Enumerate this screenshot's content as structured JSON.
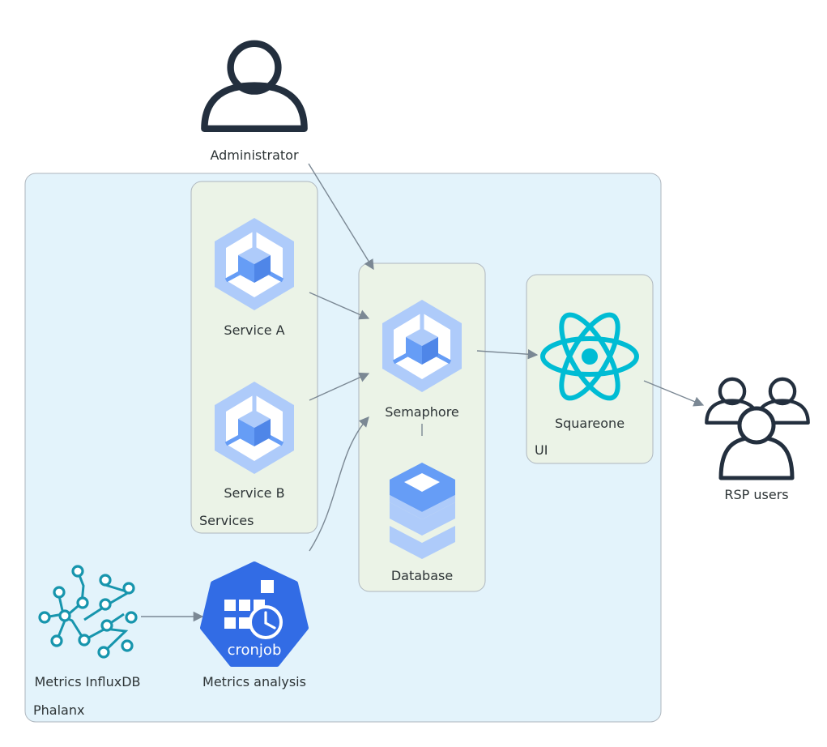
{
  "clusters": {
    "phalanx": "Phalanx",
    "services": "Services",
    "ui": "UI"
  },
  "nodes": {
    "administrator": "Administrator",
    "service_a": "Service A",
    "service_b": "Service B",
    "semaphore": "Semaphore",
    "database": "Database",
    "squareone": "Squareone",
    "rsp_users": "RSP users",
    "metrics_influxdb": "Metrics InfluxDB",
    "metrics_analysis": "Metrics analysis"
  },
  "icons": {
    "administrator": "user-icon",
    "service_a": "kubernetes-service-icon",
    "service_b": "kubernetes-service-icon",
    "semaphore": "kubernetes-service-icon",
    "database": "database-icon",
    "squareone": "react-icon",
    "rsp_users": "users-icon",
    "metrics_influxdb": "influxdb-icon",
    "metrics_analysis": "cronjob-icon"
  },
  "cronjob_badge_text": "cronjob",
  "edges": [
    {
      "from": "Administrator",
      "to": "Semaphore"
    },
    {
      "from": "Service A",
      "to": "Semaphore"
    },
    {
      "from": "Service B",
      "to": "Semaphore"
    },
    {
      "from": "Metrics analysis",
      "to": "Semaphore"
    },
    {
      "from": "Semaphore",
      "to": "Database"
    },
    {
      "from": "Semaphore",
      "to": "Squareone"
    },
    {
      "from": "Squareone",
      "to": "RSP users"
    },
    {
      "from": "Metrics InfluxDB",
      "to": "Metrics analysis"
    }
  ],
  "colors": {
    "phalanx_fill": "#e3f3fb",
    "cluster_fill": "#ebf3e7",
    "cluster_stroke": "#aeb6be",
    "gke_light": "#aecbfa",
    "gke_blue": "#669df6",
    "react": "#00bcd4",
    "influx": "#1795ad",
    "cronjob": "#326ce5",
    "user_stroke": "#232f3e",
    "edge": "#7b8894"
  }
}
